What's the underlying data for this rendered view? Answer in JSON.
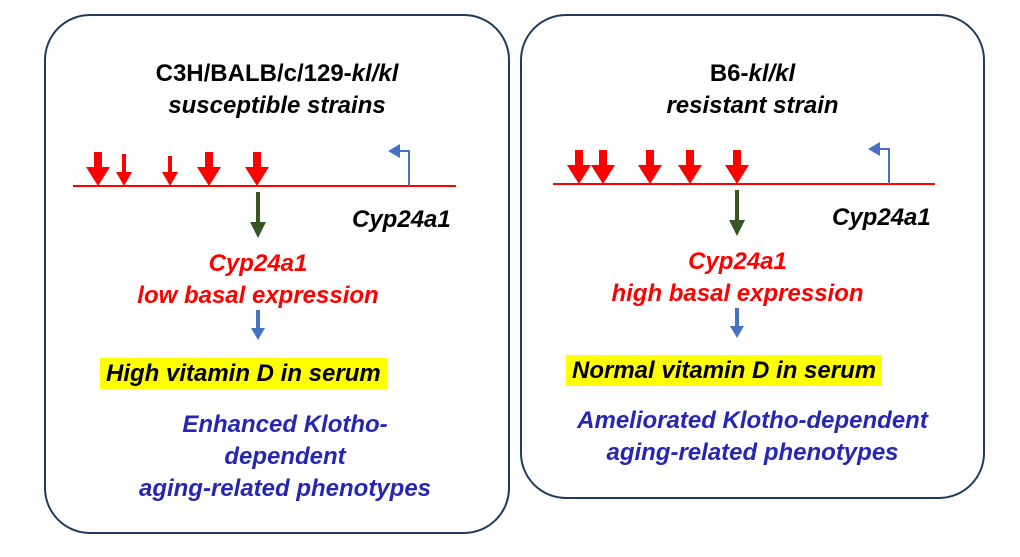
{
  "left": {
    "title_prefix": "C3H/BALB/c/129-",
    "title_genotype": "kl/kl",
    "subtitle": "susceptible strains",
    "gene_label": "Cyp24a1",
    "expr_gene": "Cyp24a1",
    "expr_level": "low basal expression",
    "serum": "High vitamin D in serum",
    "phenotype_1": "Enhanced Klotho-",
    "phenotype_2": "dependent",
    "phenotype_3": "aging-related phenotypes"
  },
  "right": {
    "title_prefix": "B6-",
    "title_genotype": "kl/kl",
    "subtitle": "resistant strain",
    "gene_label": "Cyp24a1",
    "expr_gene": "Cyp24a1",
    "expr_level": "high basal expression",
    "serum": "Normal vitamin D in serum",
    "phenotype_1": "Ameliorated Klotho-dependent",
    "phenotype_2": "aging-related phenotypes"
  },
  "colors": {
    "element_arrow": "#ff0000",
    "promoter_arrow": "#4472c4",
    "down_arrow_green": "#375623",
    "down_arrow_blue": "#4472c4",
    "highlight": "#ffff00",
    "phenotype_text": "#2626b3",
    "panel_border": "#1f3b5c"
  }
}
